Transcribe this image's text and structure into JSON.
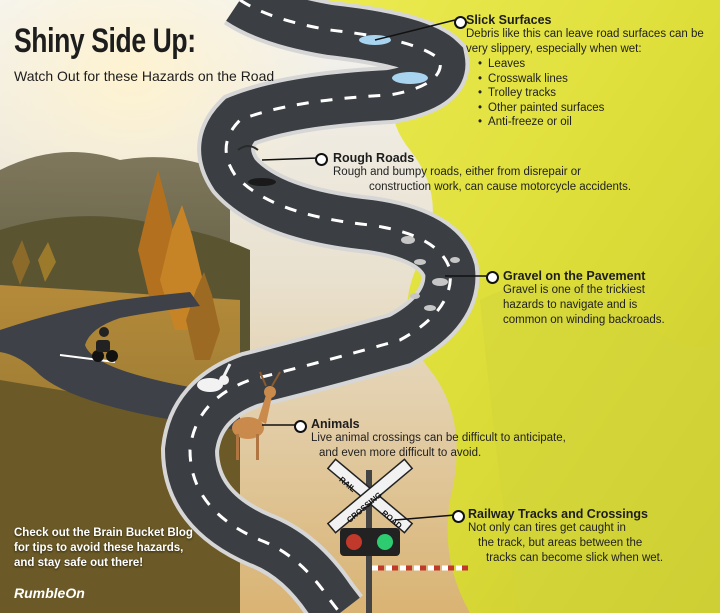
{
  "title": "Shiny Side Up:",
  "subtitle": "Watch Out for these Hazards on the Road",
  "hazards": {
    "slick": {
      "heading": "Slick Surfaces",
      "body": "Debris like this can leave road surfaces can be very slippery, especially when wet:",
      "items": [
        "Leaves",
        "Crosswalk lines",
        "Trolley tracks",
        "Other painted surfaces",
        "Anti-freeze or oil"
      ]
    },
    "rough": {
      "heading": "Rough Roads",
      "body_line1": "Rough and bumpy roads, either from disrepair or",
      "body_line2": "construction work, can cause motorcycle accidents."
    },
    "gravel": {
      "heading": "Gravel on the Pavement",
      "body_line1": "Gravel is one of the trickiest",
      "body_line2": "hazards to navigate and is",
      "body_line3": "common on winding backroads."
    },
    "animals": {
      "heading": "Animals",
      "body_line1": "Live animal crossings can be difficult to anticipate,",
      "body_line2": "and even more difficult to avoid."
    },
    "railway": {
      "heading": "Railway Tracks and Crossings",
      "body_line1": "Not only can tires get caught in",
      "body_line2": "the track, but areas between the",
      "body_line3": "tracks can become slick when wet."
    }
  },
  "crossing_sign": {
    "word1": "RAIL",
    "word2": "ROAD",
    "word3": "CROSSING"
  },
  "callout": {
    "line1": "Check out the Brain Bucket Blog",
    "line2": "for tips to avoid these hazards,",
    "line3": "and stay safe out there!"
  },
  "brand": "RumbleOn",
  "colors": {
    "yellow": "#e6e53a",
    "road": "#3b3e42",
    "dark": "#1d1d1d"
  }
}
